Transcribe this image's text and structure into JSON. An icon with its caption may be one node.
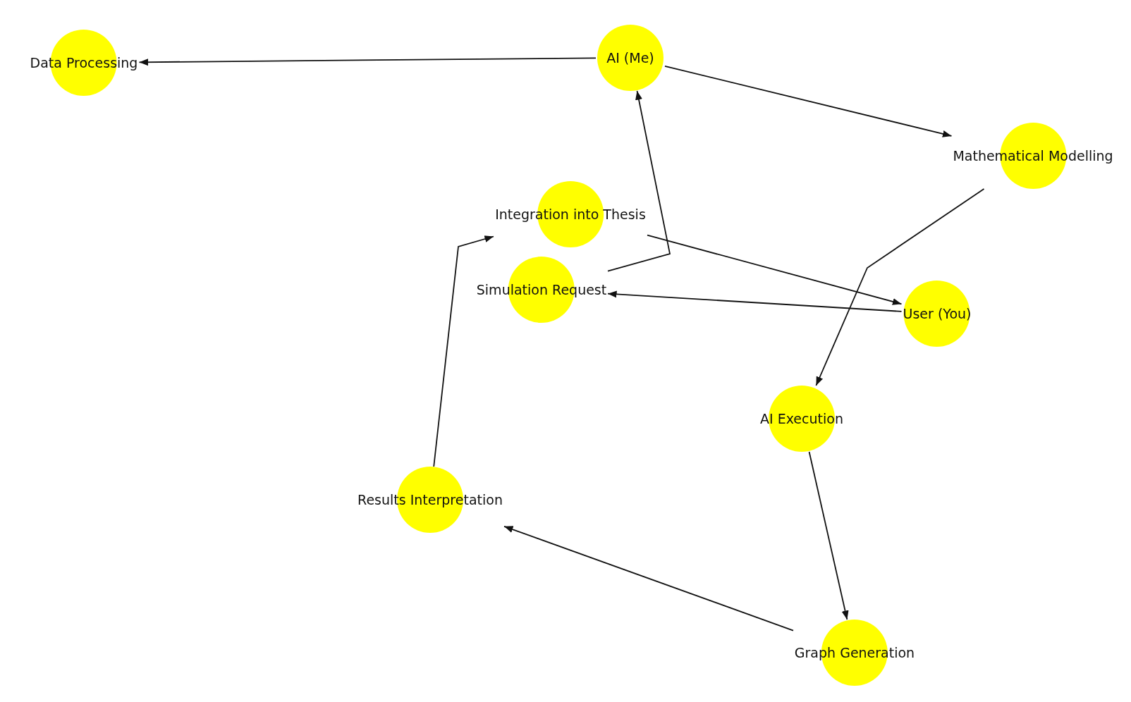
{
  "diagram": {
    "nodes": [
      {
        "text": [
          "Data Processing"
        ]
      },
      {
        "text": [
          "AI (Me)"
        ]
      },
      {
        "text": [
          "Mathematical Modelling"
        ]
      },
      {
        "text": [
          "Integration into Thesis"
        ]
      },
      {
        "text": [
          "Simulation Request"
        ]
      },
      {
        "text": [
          "User (You)"
        ]
      },
      {
        "text": [
          "AI Execution"
        ]
      },
      {
        "text": [
          "Results Interpretation"
        ]
      },
      {
        "text": [
          "Graph Generation"
        ]
      }
    ],
    "edges": [
      {
        "from": 1,
        "to": 0,
        "arrow": "to"
      },
      {
        "from": 1,
        "to": 2,
        "arrow": "to"
      },
      {
        "from": 2,
        "to": 6,
        "arrow": "to"
      },
      {
        "from": 6,
        "to": 8,
        "arrow": "to"
      },
      {
        "from": 8,
        "to": 7,
        "arrow": "to"
      },
      {
        "from": 7,
        "to": 3,
        "arrow": "to"
      },
      {
        "from": 4,
        "to": 1,
        "arrow": "to"
      },
      {
        "from": 3,
        "to": 5,
        "arrow": "to"
      },
      {
        "from": 5,
        "to": 4,
        "arrow": "to"
      }
    ]
  }
}
